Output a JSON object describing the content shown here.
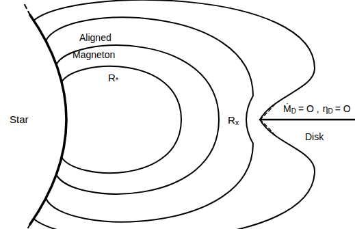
{
  "diagram": {
    "labels": [
      "Star",
      "Aligned",
      "Magneton",
      "R",
      "*",
      "R",
      "x",
      "Ṁ",
      "D",
      "= O ,",
      "η",
      "D",
      "= O",
      "Disk"
    ]
  }
}
